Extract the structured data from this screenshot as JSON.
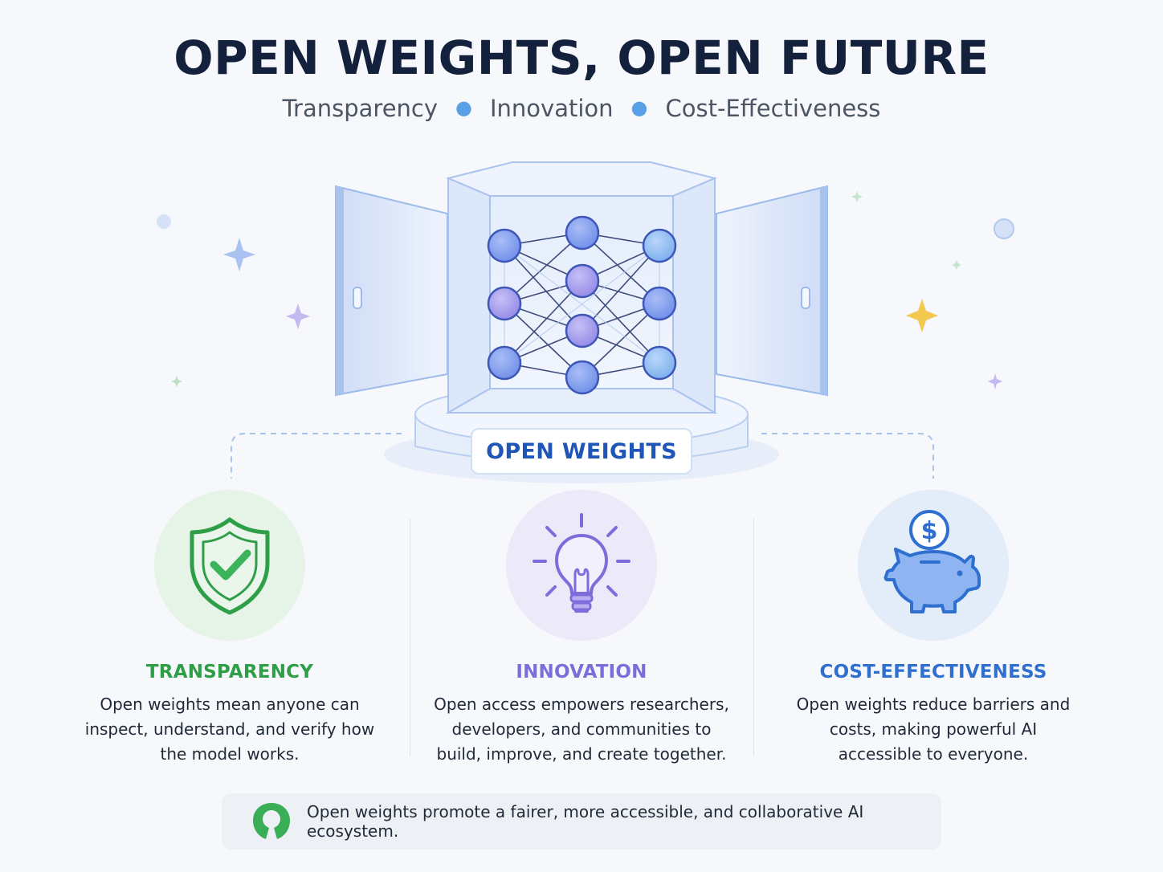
{
  "header": {
    "title": "OPEN WEIGHTS, OPEN FUTURE",
    "subtitle_items": [
      "Transparency",
      "Innovation",
      "Cost-Effectiveness"
    ]
  },
  "hero": {
    "label": "OPEN WEIGHTS"
  },
  "pillars": [
    {
      "title": "TRANSPARENCY",
      "description": "Open weights mean anyone can inspect, understand, and verify how the model works.",
      "icon": "shield-check-icon",
      "color": "#2e9e47",
      "bg": "#e6f4e8"
    },
    {
      "title": "INNOVATION",
      "description": "Open access empowers researchers, developers, and communities to build, improve, and create together.",
      "icon": "lightbulb-icon",
      "color": "#7d6ddb",
      "bg": "#ece9f8"
    },
    {
      "title": "COST-EFFECTIVENESS",
      "description": "Open weights reduce barriers and costs, making powerful AI accessible to everyone.",
      "icon": "piggy-bank-icon",
      "color": "#2f6fd0",
      "bg": "#e3ecf9"
    }
  ],
  "footer": {
    "text": "Open weights promote a fairer, more accessible, and collaborative AI ecosystem.",
    "icon": "open-source-icon"
  },
  "colors": {
    "title": "#14213d",
    "accent_blue": "#1f56b7",
    "node_blue": "#7f9ef0",
    "node_purple": "#9d95ee"
  }
}
